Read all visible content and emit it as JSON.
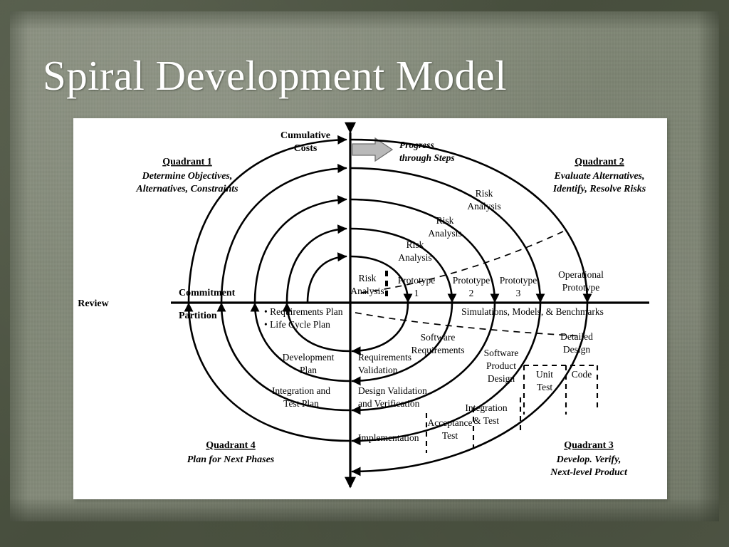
{
  "slide": {
    "title": "Spiral Development Model",
    "background_color": "#4c5342",
    "paper_color": "#7d8473",
    "panel_color": "#ffffff"
  },
  "diagram": {
    "axes": {
      "vertical_axis_label_line1": "Cumulative",
      "vertical_axis_label_line2": "Costs",
      "review_label": "Review",
      "commitment_label": "Commitment",
      "partition_label": "Partition"
    },
    "progress_arrow": {
      "label_line1": "Progress",
      "label_line2": "through Steps",
      "color": "#b3b3b3"
    },
    "quadrants": [
      {
        "heading": "Quadrant 1",
        "line1": "Determine Objectives,",
        "line2": "Alternatives, Constraints"
      },
      {
        "heading": "Quadrant 2",
        "line1": "Evaluate Alternatives,",
        "line2": "Identify, Resolve Risks"
      },
      {
        "heading": "Quadrant 3",
        "line1": "Develop. Verify,",
        "line2": "Next-level Product"
      },
      {
        "heading": "Quadrant 4",
        "line1": "Plan for Next Phases",
        "line2": ""
      }
    ],
    "risk_analysis_labels": [
      {
        "line1": "Risk",
        "line2": "Analysis"
      },
      {
        "line1": "Risk",
        "line2": "Analysis"
      },
      {
        "line1": "Risk",
        "line2": "Analysis"
      },
      {
        "line1": "Risk",
        "line2": "Analysis"
      }
    ],
    "prototypes": [
      {
        "line1": "Prototype",
        "line2": "1"
      },
      {
        "line1": "Prototype",
        "line2": "2"
      },
      {
        "line1": "Prototype",
        "line2": "3"
      },
      {
        "line1": "Operational",
        "line2": "Prototype"
      }
    ],
    "simulations_label": "Simulations, Models, & Benchmarks",
    "plan_labels": {
      "bullet1": "• Requirements Plan",
      "bullet2": "• Life Cycle Plan",
      "development_plan_line1": "Development",
      "development_plan_line2": "Plan",
      "integration_test_plan_line1": "Integration and",
      "integration_test_plan_line2": "Test Plan"
    },
    "validation_labels": {
      "requirements_validation_line1": "Requirements",
      "requirements_validation_line2": "Validation",
      "design_validation_line1": "Design Validation",
      "design_validation_line2": "and Verification",
      "implementation": "Implementation"
    },
    "engineering_labels": {
      "software_requirements_line1": "Software",
      "software_requirements_line2": "Requirements",
      "software_product_design_line1": "Software",
      "software_product_design_line2": "Product",
      "software_product_design_line3": "Design",
      "detailed_design_line1": "Detailed",
      "detailed_design_line2": "Design",
      "unit_test_line1": "Unit",
      "unit_test_line2": "Test",
      "code": "Code",
      "integration_test_line1": "Integration",
      "integration_test_line2": "& Test",
      "acceptance_test_line1": "Acceptance",
      "acceptance_test_line2": "Test"
    }
  }
}
